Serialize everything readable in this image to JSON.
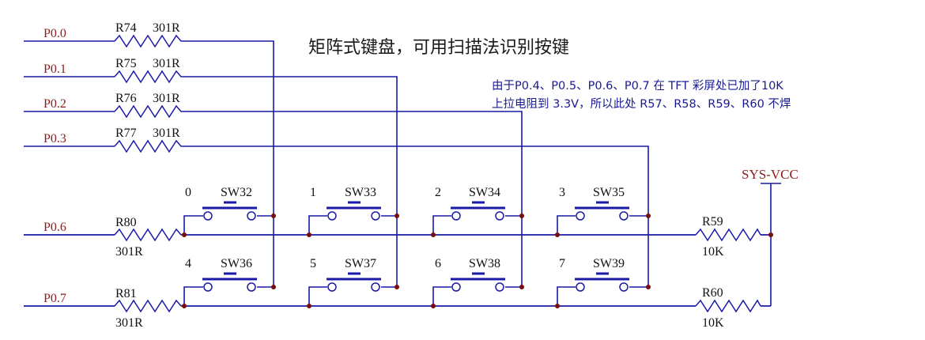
{
  "title": "矩阵式键盘，可用扫描法识别按键",
  "note": {
    "line1": "由于P0.4、P0.5、P0.6、P0.7 在 TFT 彩屏处已加了10K",
    "line2": "上拉电阻到 3.3V，所以此处 R57、R58、R59、R60 不焊"
  },
  "power_label": "SYS-VCC",
  "column_nets": [
    {
      "net": "P0.0",
      "ref": "R74",
      "value": "301R"
    },
    {
      "net": "P0.1",
      "ref": "R75",
      "value": "301R"
    },
    {
      "net": "P0.2",
      "ref": "R76",
      "value": "301R"
    },
    {
      "net": "P0.3",
      "ref": "R77",
      "value": "301R"
    }
  ],
  "row_nets": [
    {
      "net": "P0.6",
      "ref": "R80",
      "value": "301R",
      "pullup_ref": "R59",
      "pullup_value": "10K"
    },
    {
      "net": "P0.7",
      "ref": "R81",
      "value": "301R",
      "pullup_ref": "R60",
      "pullup_value": "10K"
    }
  ],
  "switches": [
    {
      "ref": "SW32",
      "key": "0"
    },
    {
      "ref": "SW33",
      "key": "1"
    },
    {
      "ref": "SW34",
      "key": "2"
    },
    {
      "ref": "SW35",
      "key": "3"
    },
    {
      "ref": "SW36",
      "key": "4"
    },
    {
      "ref": "SW37",
      "key": "5"
    },
    {
      "ref": "SW38",
      "key": "6"
    },
    {
      "ref": "SW39",
      "key": "7"
    }
  ]
}
